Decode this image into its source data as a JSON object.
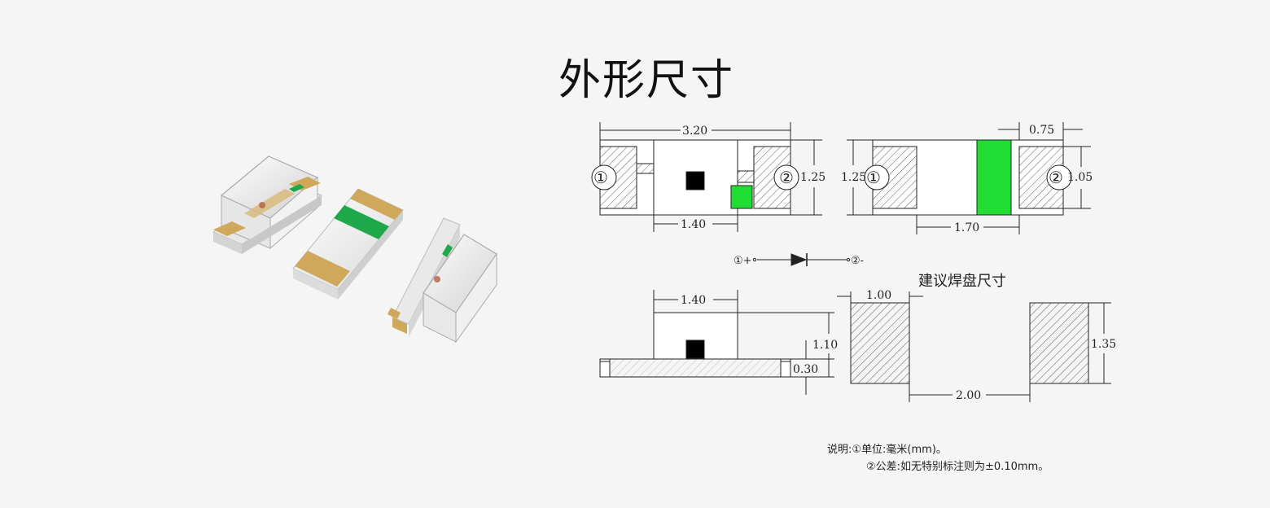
{
  "title": "外形尺寸",
  "pads_title": "建议焊盘尺寸",
  "dims": {
    "top_length": "3.20",
    "top_width": "1.25",
    "top_inner": "1.40",
    "bottom_width": "1.25",
    "bottom_stripe": "1.70",
    "bottom_pad": "0.75",
    "bottom_pad_height": "1.05",
    "side_top_width": "1.40",
    "side_height": "1.10",
    "side_base": "0.30",
    "pad_width": "1.00",
    "pad_height": "1.35",
    "pad_gap": "2.00"
  },
  "pins": {
    "pin1": "①",
    "pin2": "②",
    "symbol_left": "①+",
    "symbol_right": "②-"
  },
  "notes": {
    "label": "说明:",
    "line1": "①单位:毫米(mm)。",
    "line2": "②公差:如无特别标注则为±0.10mm。"
  },
  "colors": {
    "green": "#22dd33",
    "led_green": "#1ea84a",
    "gold": "#cfa85c",
    "background": "#f5f5f5"
  }
}
